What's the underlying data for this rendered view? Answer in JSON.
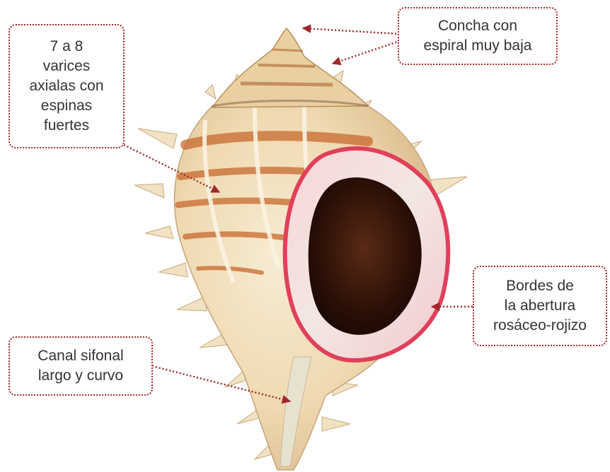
{
  "diagram": {
    "subject_icon": "murex-seashell-illustration",
    "accent_color": "#a3262c",
    "text_color": "#333333",
    "callouts": {
      "spire": "Concha con\nespiral muy baja",
      "varices": "7 a 8\nvarices\naxialas con\nespinas\nfuertes",
      "aperture": "Bordes de\nla abertura\nrosáceo-rojizo",
      "canal": "Canal sifonal\nlargo y curvo"
    }
  }
}
